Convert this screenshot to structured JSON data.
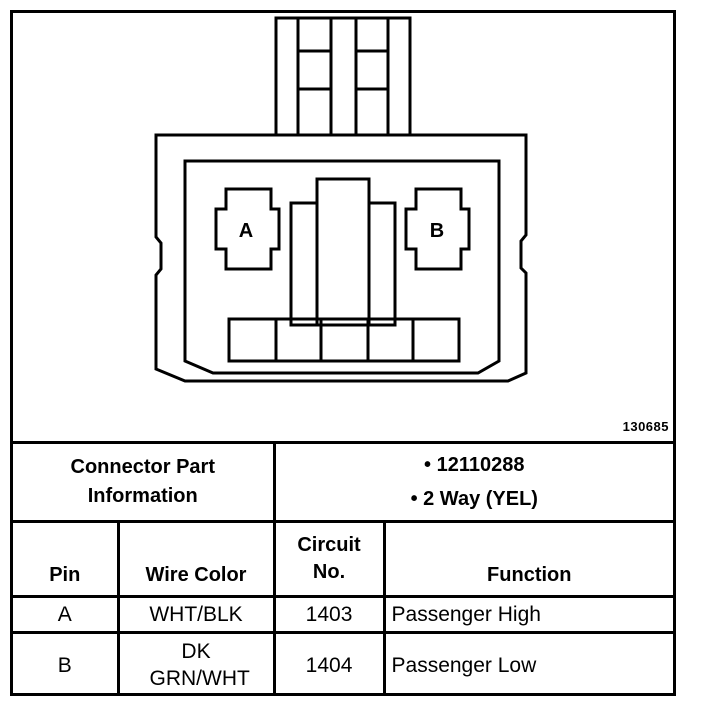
{
  "diagram": {
    "figure_number": "130685",
    "pin_labels": [
      "A",
      "B"
    ]
  },
  "connector_info": {
    "label": "Connector Part Information",
    "bullets": [
      "12110288",
      "2 Way (YEL)"
    ]
  },
  "table": {
    "headers": {
      "pin": "Pin",
      "wire_color": "Wire Color",
      "circuit": "Circuit No.",
      "function": "Function"
    },
    "rows": [
      {
        "pin": "A",
        "wire_color": "WHT/BLK",
        "circuit": "1403",
        "function": "Passenger High"
      },
      {
        "pin": "B",
        "wire_color": "DK GRN/WHT",
        "circuit": "1404",
        "function": "Passenger Low"
      }
    ]
  }
}
